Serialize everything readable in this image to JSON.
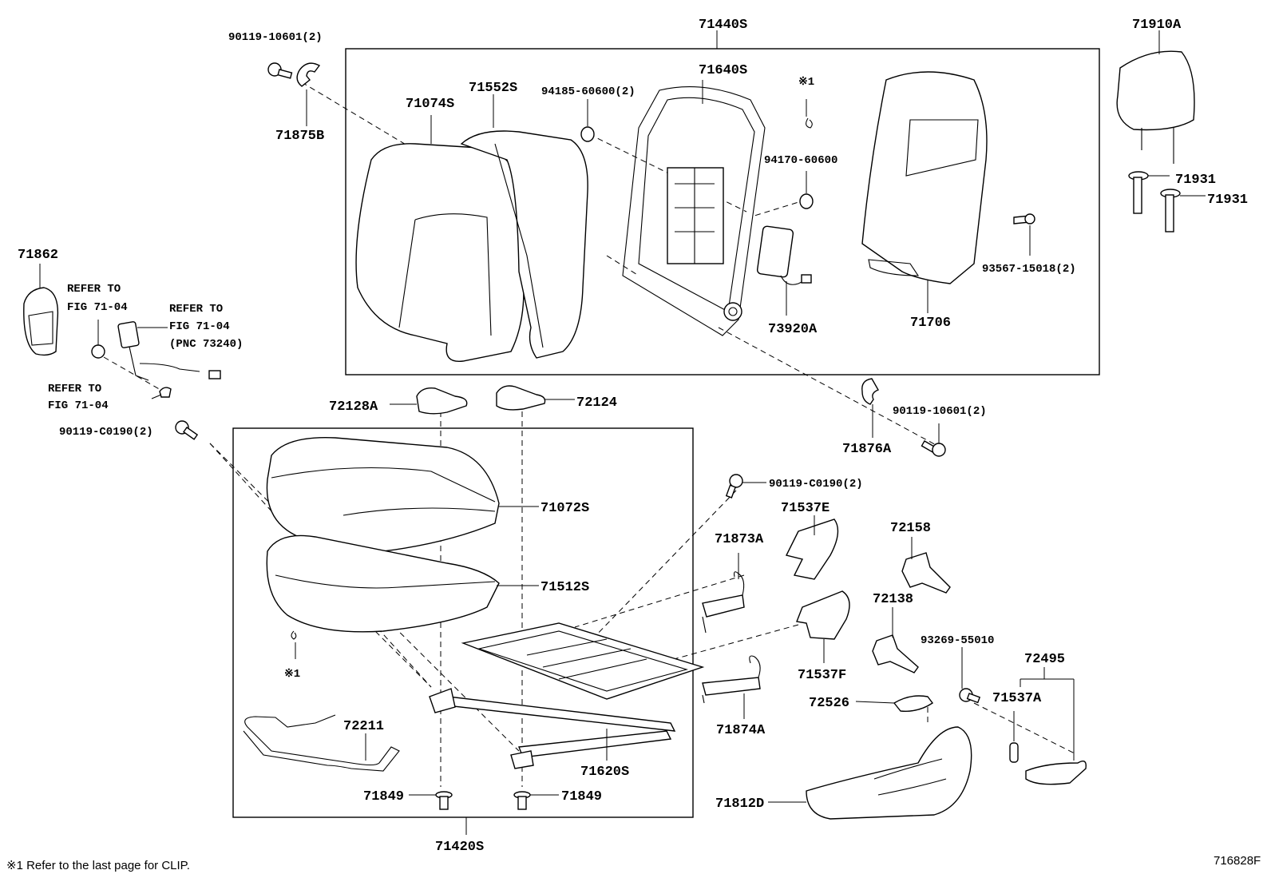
{
  "footnote": "※1 Refer to the last page for CLIP.",
  "figure_code": "716828F",
  "labels": {
    "p90119_10601_top": "90119-10601(2)",
    "p71875B": "71875B",
    "p71440S": "71440S",
    "p71640S": "71640S",
    "p71552S": "71552S",
    "p71074S": "71074S",
    "p94185_60600": "94185-60600(2)",
    "clip_top": "※1",
    "p94170_60600": "94170-60600",
    "p93567_15018": "93567-15018(2)",
    "p71706": "71706",
    "p73920A": "73920A",
    "p71910A": "71910A",
    "p71931_a": "71931",
    "p71931_b": "71931",
    "p71862": "71862",
    "refer1_a": "REFER TO",
    "refer1_b": "FIG 71-04",
    "refer2_a": "REFER TO",
    "refer2_b": "FIG 71-04",
    "refer2_c": "(PNC 73240)",
    "refer3_a": "REFER TO",
    "refer3_b": "FIG 71-04",
    "p90119_C0190_left": "90119-C0190(2)",
    "p72128A": "72128A",
    "p72124": "72124",
    "p71876A": "71876A",
    "p90119_10601_right": "90119-10601(2)",
    "p90119_C0190_mid": "90119-C0190(2)",
    "p71072S": "71072S",
    "p71512S": "71512S",
    "clip_bottom": "※1",
    "p72211": "72211",
    "p71849_a": "71849",
    "p71849_b": "71849",
    "p71420S": "71420S",
    "p71620S": "71620S",
    "p71873A": "71873A",
    "p71874A": "71874A",
    "p71537E": "71537E",
    "p71537F": "71537F",
    "p72158": "72158",
    "p72138": "72138",
    "p93269_55010": "93269-55010",
    "p72495": "72495",
    "p71537A": "71537A",
    "p72526": "72526",
    "p71812D": "71812D"
  }
}
